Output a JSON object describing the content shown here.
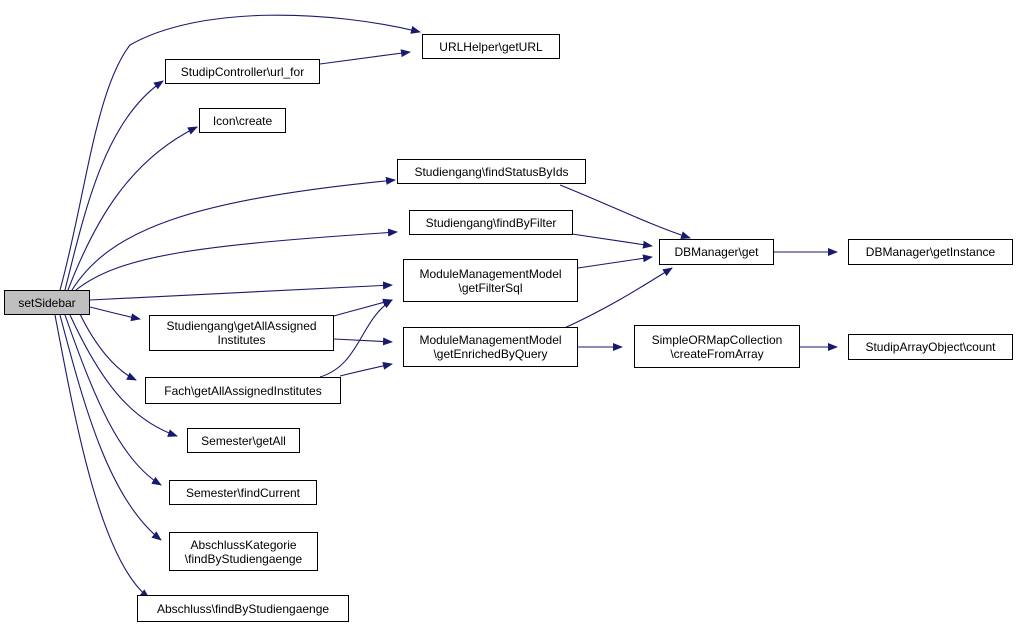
{
  "colors": {
    "edge": "#191970",
    "root_fill": "#bfbfbf",
    "node_fill": "#ffffff",
    "border": "#000000"
  },
  "nodes": {
    "set_sidebar": {
      "lines": [
        "setSidebar"
      ]
    },
    "url_helper_get_url": {
      "lines": [
        "URLHelper\\getURL"
      ]
    },
    "studip_controller_url_for": {
      "lines": [
        "StudipController\\url_for"
      ]
    },
    "icon_create": {
      "lines": [
        "Icon\\create"
      ]
    },
    "studiengang_find_status_by_ids": {
      "lines": [
        "Studiengang\\findStatusByIds"
      ]
    },
    "studiengang_find_by_filter": {
      "lines": [
        "Studiengang\\findByFilter"
      ]
    },
    "db_manager_get": {
      "lines": [
        "DBManager\\get"
      ]
    },
    "db_manager_get_instance": {
      "lines": [
        "DBManager\\getInstance"
      ]
    },
    "module_management_model_get_filter_sql": {
      "lines": [
        "ModuleManagementModel",
        "\\getFilterSql"
      ]
    },
    "studiengang_get_all_assigned_institutes": {
      "lines": [
        "Studiengang\\getAllAssigned",
        "Institutes"
      ]
    },
    "module_management_model_get_enriched_by_query": {
      "lines": [
        "ModuleManagementModel",
        "\\getEnrichedByQuery"
      ]
    },
    "simple_orm_map_collection_create_from_array": {
      "lines": [
        "SimpleORMapCollection",
        "\\createFromArray"
      ]
    },
    "studip_array_object_count": {
      "lines": [
        "StudipArrayObject\\count"
      ]
    },
    "fach_get_all_assigned_institutes": {
      "lines": [
        "Fach\\getAllAssignedInstitutes"
      ]
    },
    "semester_get_all": {
      "lines": [
        "Semester\\getAll"
      ]
    },
    "semester_find_current": {
      "lines": [
        "Semester\\findCurrent"
      ]
    },
    "abschluss_kategorie_find_by_studiengaenge": {
      "lines": [
        "AbschlussKategorie",
        "\\findByStudiengaenge"
      ]
    },
    "abschluss_find_by_studiengaenge": {
      "lines": [
        "Abschluss\\findByStudiengaenge"
      ]
    }
  }
}
